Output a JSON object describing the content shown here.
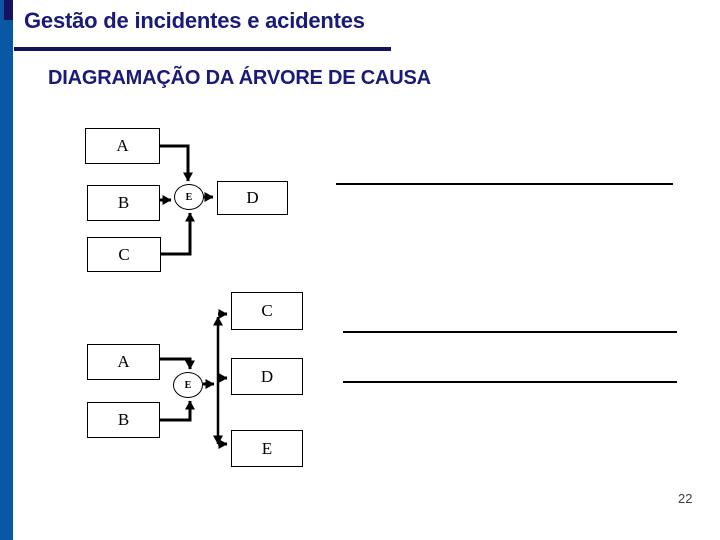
{
  "slide": {
    "title": "Gestão de incidentes e acidentes",
    "subtitle": "DIAGRAMAÇÃO DA ÁRVORE DE CAUSA",
    "page_number": "22"
  },
  "colors": {
    "accent_bar": "#0A57A4",
    "heading_text": "#1A1A78",
    "underline": "#14145E",
    "diagram_line": "#000000"
  },
  "tree1": {
    "box_a": "A",
    "box_b": "B",
    "box_c": "C",
    "box_d": "D",
    "junction": "E"
  },
  "tree2": {
    "box_a": "A",
    "box_b": "B",
    "box_c": "C",
    "box_d": "D",
    "box_e": "E",
    "junction": "E"
  }
}
